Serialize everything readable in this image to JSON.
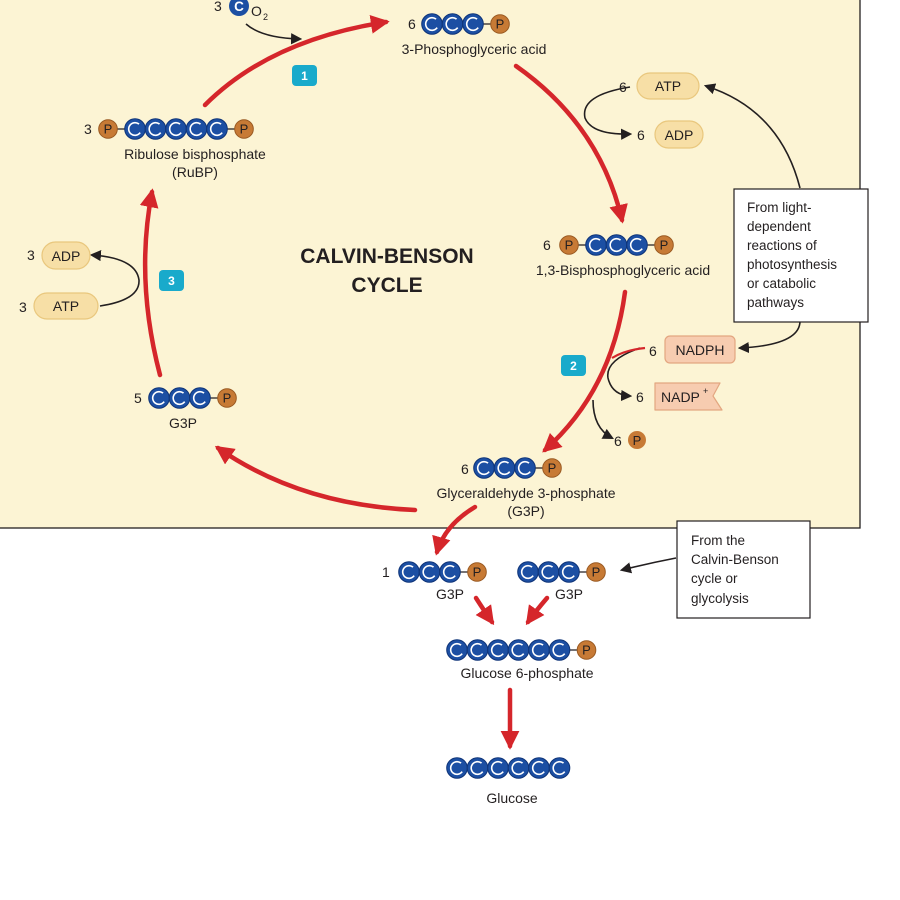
{
  "title": [
    "CALVIN-BENSON",
    "CYCLE"
  ],
  "steps": [
    "1",
    "2",
    "3"
  ],
  "co2": {
    "count": "3",
    "atom": "C",
    "sub": "O",
    "subscript": "2"
  },
  "pga": {
    "count": "6",
    "label": "3-Phosphoglyceric acid"
  },
  "bpga": {
    "count": "6",
    "label": "1,3-Bisphosphoglyceric acid"
  },
  "g3p_main": {
    "count": "6",
    "label_line1": "Glyceraldehyde 3-phosphate",
    "label_line2": "(G3P)"
  },
  "g3p_recycle": {
    "count": "5",
    "label": "G3P"
  },
  "rubp": {
    "count": "3",
    "label_line1": "Ribulose bisphosphate",
    "label_line2": "(RuBP)"
  },
  "energy_right": {
    "atp": {
      "count": "6",
      "label": "ATP"
    },
    "adp": {
      "count": "6",
      "label": "ADP"
    },
    "nadph": {
      "count": "6",
      "label": "NADPH"
    },
    "nadp": {
      "count": "6",
      "label": "NADP",
      "sup": "+"
    },
    "pi": {
      "count": "6",
      "label": "P"
    }
  },
  "energy_left": {
    "adp": {
      "count": "3",
      "label": "ADP"
    },
    "atp": {
      "count": "3",
      "label": "ATP"
    }
  },
  "source_box_1": [
    "From light-",
    "dependent",
    "reactions of",
    "photosynthesis",
    "or catabolic",
    "pathways"
  ],
  "source_box_2": [
    "From the",
    "Calvin-Benson",
    "cycle or",
    "glycolysis"
  ],
  "bottom": {
    "g3p_a": {
      "count": "1",
      "label": "G3P"
    },
    "g3p_b": {
      "label": "G3P"
    },
    "g6p": {
      "label": "Glucose 6-phosphate"
    },
    "glucose": {
      "label": "Glucose"
    }
  },
  "atoms": {
    "carbon": "C",
    "phosphate": "P"
  },
  "colors": {
    "panel": "#fcf4d4",
    "arrow_red": "#d5262b",
    "carbon": "#1c4fa3",
    "phosphate": "#c77a35",
    "step_badge": "#19aacb",
    "atp_pill": "#f7dfa6",
    "nadph_box": "#f7ccb0"
  }
}
